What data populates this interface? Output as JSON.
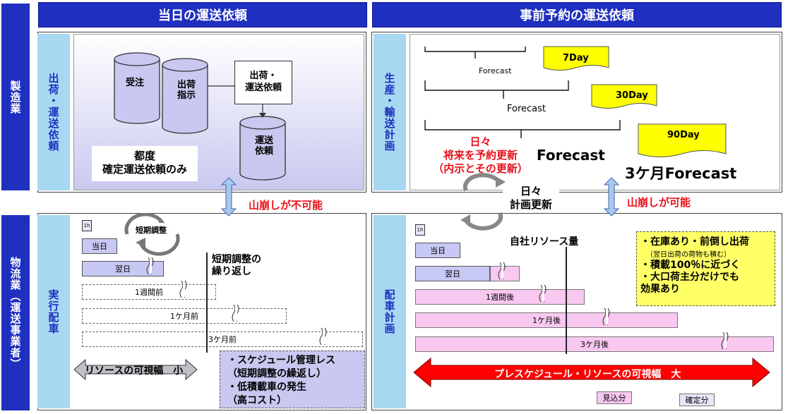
{
  "left_header": "当日の運送依頼",
  "right_header": "事前予約の運送依頼",
  "side_manufacturing": "製造業",
  "side_logistics": "物流業（運送事業者）",
  "label_shipping_request": "出荷・運送依頼",
  "label_production_plan": "生産・輸送計画",
  "label_dispatch_exec": "実行配車",
  "label_dispatch_plan": "配車計画",
  "cyl_order": "受注",
  "cyl_ship_instr": "出荷指示",
  "cyl_transport_req": "運送依頼",
  "box_ship_req": "出荷・\n運送依頼",
  "each_time": "都度\n確定運送依頼のみ",
  "forecast_small": "Forecast",
  "forecast_mid": "Forecast",
  "forecast_large": "Forecast",
  "forecast_3m": "3ケ月Forecast",
  "note_7": "7Day",
  "note_30": "30Day",
  "note_90": "90Day",
  "daily_update": "日々\n将来を予約更新\n（内示とその更新）",
  "daily_plan_update": "日々\n計画更新",
  "leveling_no": "山崩しが不可能",
  "leveling_yes": "山崩しが可能",
  "short_adjust": "短期調整",
  "short_adjust_repeat": "短期調整の\n繰り返し",
  "own_resource": "自社リソース量",
  "one_h": "1h",
  "today": "当日",
  "tomorrow": "翌日",
  "week_before": "1週間前",
  "month_before": "1ケ月前",
  "three_month_before": "3ケ月前",
  "week_after": "1週間後",
  "month_after": "1ケ月後",
  "three_month_after": "3ケ月後",
  "left_issues": "・スケジュール管理レス\n（短期調整の繰返し）\n・低積載車の発生\n（高コスト）",
  "right_benefits_1": "・在庫あり・前倒し出荷",
  "right_benefits_2": "（翌日出荷の荷物も積む）",
  "right_benefits_3": "・積載100％に近づく\n・大口荷主分だけでも\n効果あり",
  "left_arrow_label": "リソースの可視幅　小",
  "right_arrow_label": "プレスケジュール・リソースの可視幅　大",
  "legend_estimate": "見込分",
  "legend_confirmed": "確定分"
}
